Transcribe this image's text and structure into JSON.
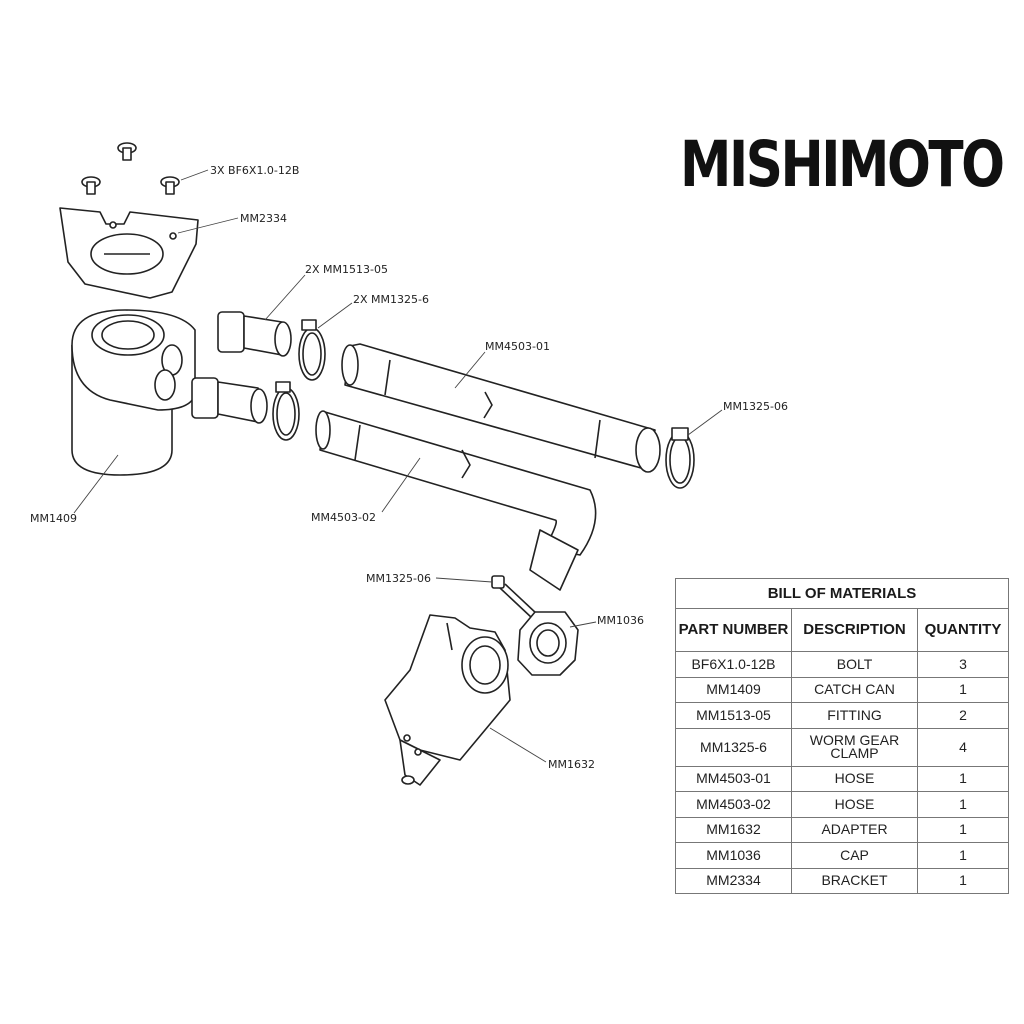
{
  "brand": "MISHIMOTO",
  "callouts": {
    "bolts": "3X BF6X1.0-12B",
    "bracket": "MM2334",
    "fittings": "2X MM1513-05",
    "clamps": "2X MM1325-6",
    "hose1": "MM4503-01",
    "clamp_right": "MM1325-06",
    "catch_can": "MM1409",
    "hose2": "MM4503-02",
    "clamp_small": "MM1325-06",
    "cap": "MM1036",
    "adapter": "MM1632"
  },
  "bom": {
    "title": "BILL OF MATERIALS",
    "headers": [
      "PART NUMBER",
      "DESCRIPTION",
      "QUANTITY"
    ],
    "rows": [
      {
        "part": "BF6X1.0-12B",
        "desc": "BOLT",
        "qty": "3"
      },
      {
        "part": "MM1409",
        "desc": "CATCH CAN",
        "qty": "1"
      },
      {
        "part": "MM1513-05",
        "desc": "FITTING",
        "qty": "2"
      },
      {
        "part": "MM1325-6",
        "desc": "WORM GEAR CLAMP",
        "qty": "4"
      },
      {
        "part": "MM4503-01",
        "desc": "HOSE",
        "qty": "1"
      },
      {
        "part": "MM4503-02",
        "desc": "HOSE",
        "qty": "1"
      },
      {
        "part": "MM1632",
        "desc": "ADAPTER",
        "qty": "1"
      },
      {
        "part": "MM1036",
        "desc": "CAP",
        "qty": "1"
      },
      {
        "part": "MM2334",
        "desc": "BRACKET",
        "qty": "1"
      }
    ]
  }
}
